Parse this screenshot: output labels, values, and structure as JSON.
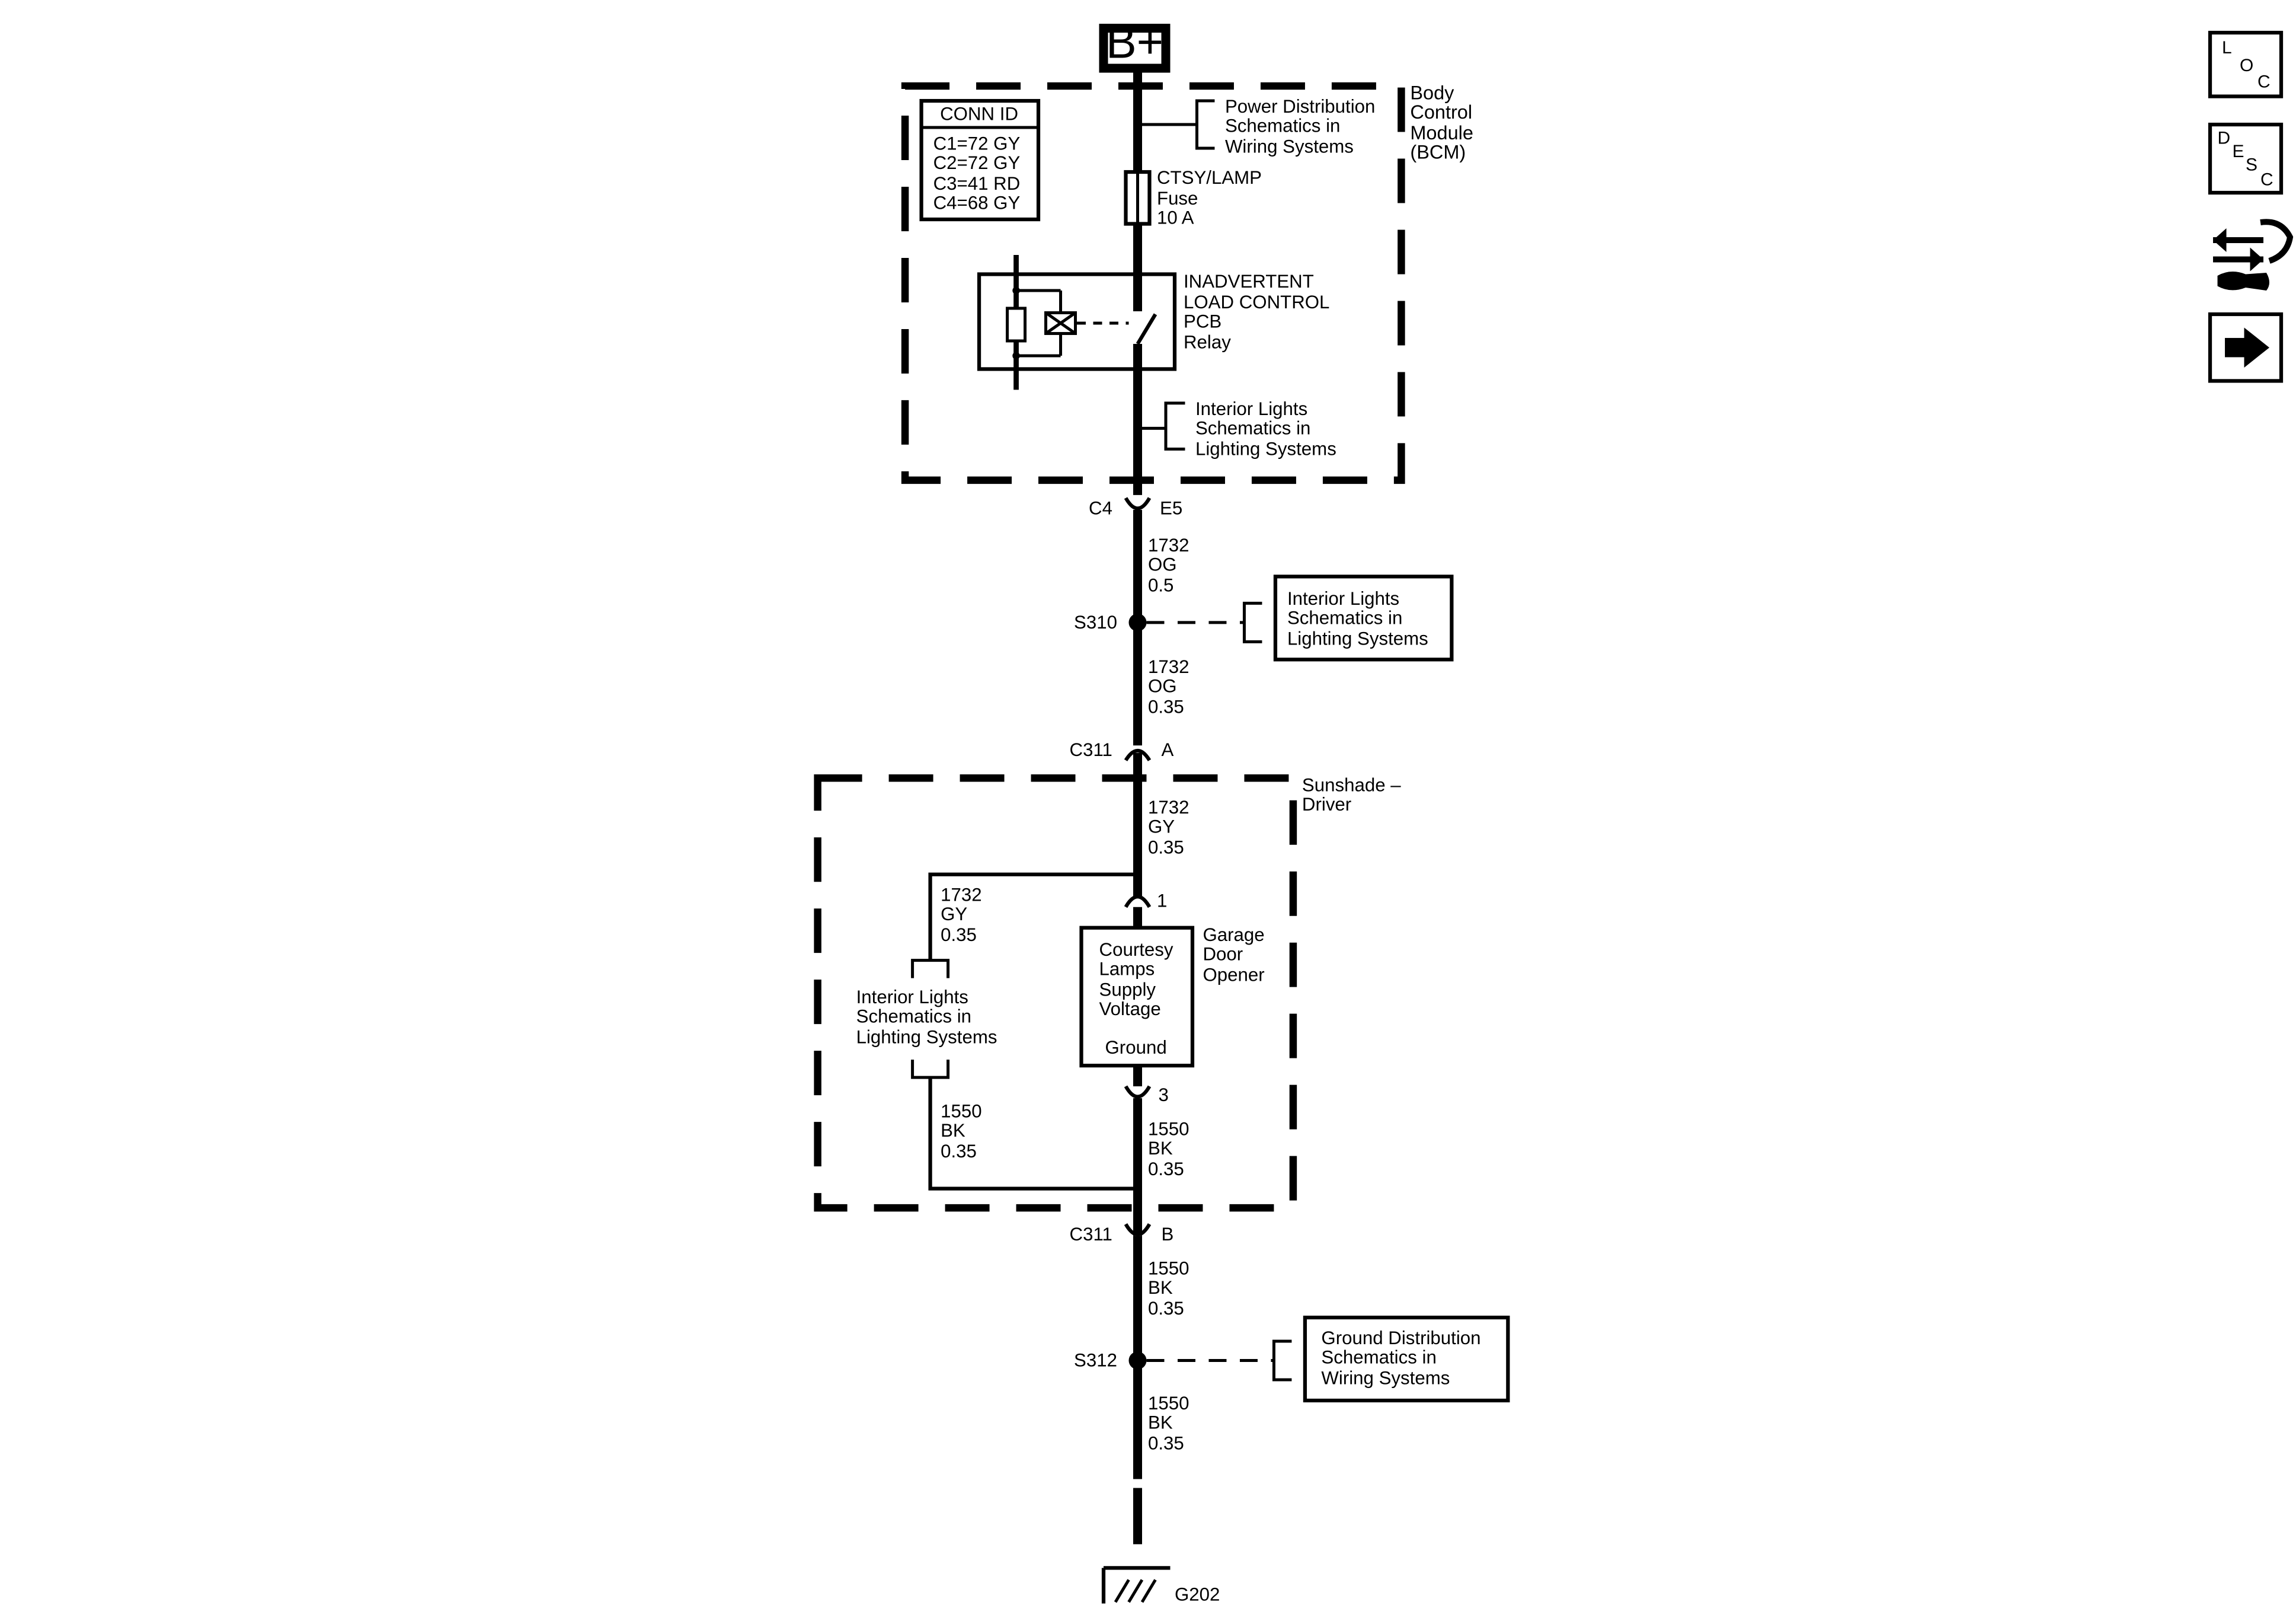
{
  "power": {
    "label": "B+"
  },
  "bcm": {
    "label": [
      "Body",
      "Control",
      "Module",
      "(BCM)"
    ],
    "conn_id": {
      "title": "CONN ID",
      "lines": [
        "C1=72 GY",
        "C2=72 GY",
        "C3=41 RD",
        "C4=68 GY"
      ]
    },
    "power_dist_ref": [
      "Power Distribution",
      "Schematics in",
      "Wiring Systems"
    ],
    "fuse": [
      "CTSY/LAMP",
      "Fuse",
      "10 A"
    ],
    "relay": [
      "INADVERTENT",
      "LOAD CONTROL",
      "PCB",
      "Relay"
    ],
    "interior_ref": [
      "Interior Lights",
      "Schematics in",
      "Lighting Systems"
    ]
  },
  "connectors": {
    "c4": {
      "name": "C4",
      "pin": "E5"
    },
    "c311a": {
      "name": "C311",
      "pin": "A"
    },
    "pin1": "1",
    "pin3": "3",
    "c311b": {
      "name": "C311",
      "pin": "B"
    }
  },
  "wires": {
    "w1": [
      "1732",
      "OG",
      "0.5"
    ],
    "w2": [
      "1732",
      "OG",
      "0.35"
    ],
    "w3": [
      "1732",
      "GY",
      "0.35"
    ],
    "w4": [
      "1732",
      "GY",
      "0.35"
    ],
    "w5": [
      "1550",
      "BK",
      "0.35"
    ],
    "w6": [
      "1550",
      "BK",
      "0.35"
    ],
    "w7": [
      "1550",
      "BK",
      "0.35"
    ],
    "w8": [
      "1550",
      "BK",
      "0.35"
    ]
  },
  "splices": {
    "s310": {
      "name": "S310",
      "ref": [
        "Interior Lights",
        "Schematics in",
        "Lighting Systems"
      ]
    },
    "s312": {
      "name": "S312",
      "ref": [
        "Ground Distribution",
        "Schematics in",
        "Wiring Systems"
      ]
    }
  },
  "sunshade": {
    "label": [
      "Sunshade –",
      "Driver"
    ],
    "interior_ref": [
      "Interior Lights",
      "Schematics in",
      "Lighting Systems"
    ],
    "component_label": [
      "Garage",
      "Door",
      "Opener"
    ],
    "component_lines": [
      "Courtesy",
      "Lamps",
      "Supply",
      "Voltage"
    ],
    "ground_label": "Ground"
  },
  "ground": {
    "name": "G202"
  },
  "side_icons": [
    {
      "name": "loc-icon",
      "letters": [
        "L",
        "O",
        "C"
      ]
    },
    {
      "name": "desc-icon",
      "letters": [
        "D",
        "E",
        "S",
        "C"
      ]
    },
    {
      "name": "wrench-arrows-icon"
    },
    {
      "name": "next-arrow-icon"
    }
  ]
}
